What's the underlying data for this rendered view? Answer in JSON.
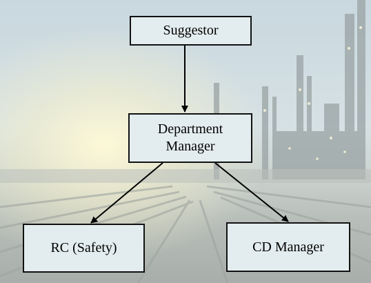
{
  "nodes": {
    "suggestor": {
      "label": "Suggestor"
    },
    "department_manager": {
      "label": "Department\nManager"
    },
    "rc_safety": {
      "label": "RC (Safety)"
    },
    "cd_manager": {
      "label": "CD Manager"
    }
  },
  "edges": [
    {
      "from": "Suggestor",
      "to": "Department Manager"
    },
    {
      "from": "Department Manager",
      "to": "RC (Safety)"
    },
    {
      "from": "Department Manager",
      "to": "CD Manager"
    }
  ]
}
